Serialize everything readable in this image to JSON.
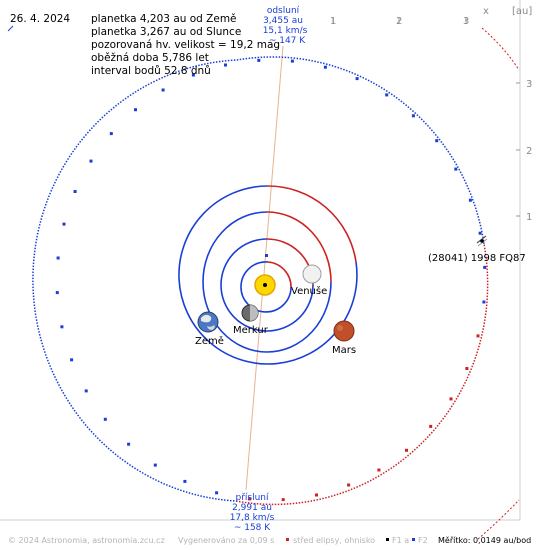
{
  "date": "26. 4. 2024",
  "info": {
    "line1": "planetka 4,203 au od Země",
    "line2": "planetka 3,267 au od Slunce",
    "line3": "pozorovaná hv. velikost = 19,2 mag",
    "line4": "oběžná doba 5,786 let",
    "line5": "interval bodů 52,8 dnů"
  },
  "aphelion": {
    "title": "odsluní",
    "distance": "3,455 au",
    "speed": "15,1 km/s",
    "temp": "~ 147 K"
  },
  "perihelion": {
    "title": "přísluní",
    "distance": "2,991 au",
    "speed": "17,8 km/s",
    "temp": "~ 158 K"
  },
  "object_label": "(28041) 1998 FQ87",
  "planets": {
    "venus": "Venuše",
    "mercury": "Merkur",
    "earth": "Země",
    "mars": "Mars"
  },
  "axis": {
    "x_label": "x",
    "unit": "[au]",
    "top_ticks": [
      "1",
      "2",
      "3"
    ],
    "right_ticks": [
      "3",
      "2",
      "1"
    ]
  },
  "footer": {
    "copyright": "© 2024 Astronomia, astronomia.zcu.cz",
    "generated": "Vygenerováno za 0,09 s",
    "legend_center": "střed elipsy, ohnisko",
    "legend_f1": "F1 a",
    "legend_f2": "F2",
    "scale": "Měřítko: 0,0149 au/bod"
  },
  "colors": {
    "orbit_blue": "#1a3fd6",
    "orbit_red": "#cc2222",
    "sun": "#ffd700",
    "mars": "#c0502a",
    "frame": "#bdbdbd"
  }
}
